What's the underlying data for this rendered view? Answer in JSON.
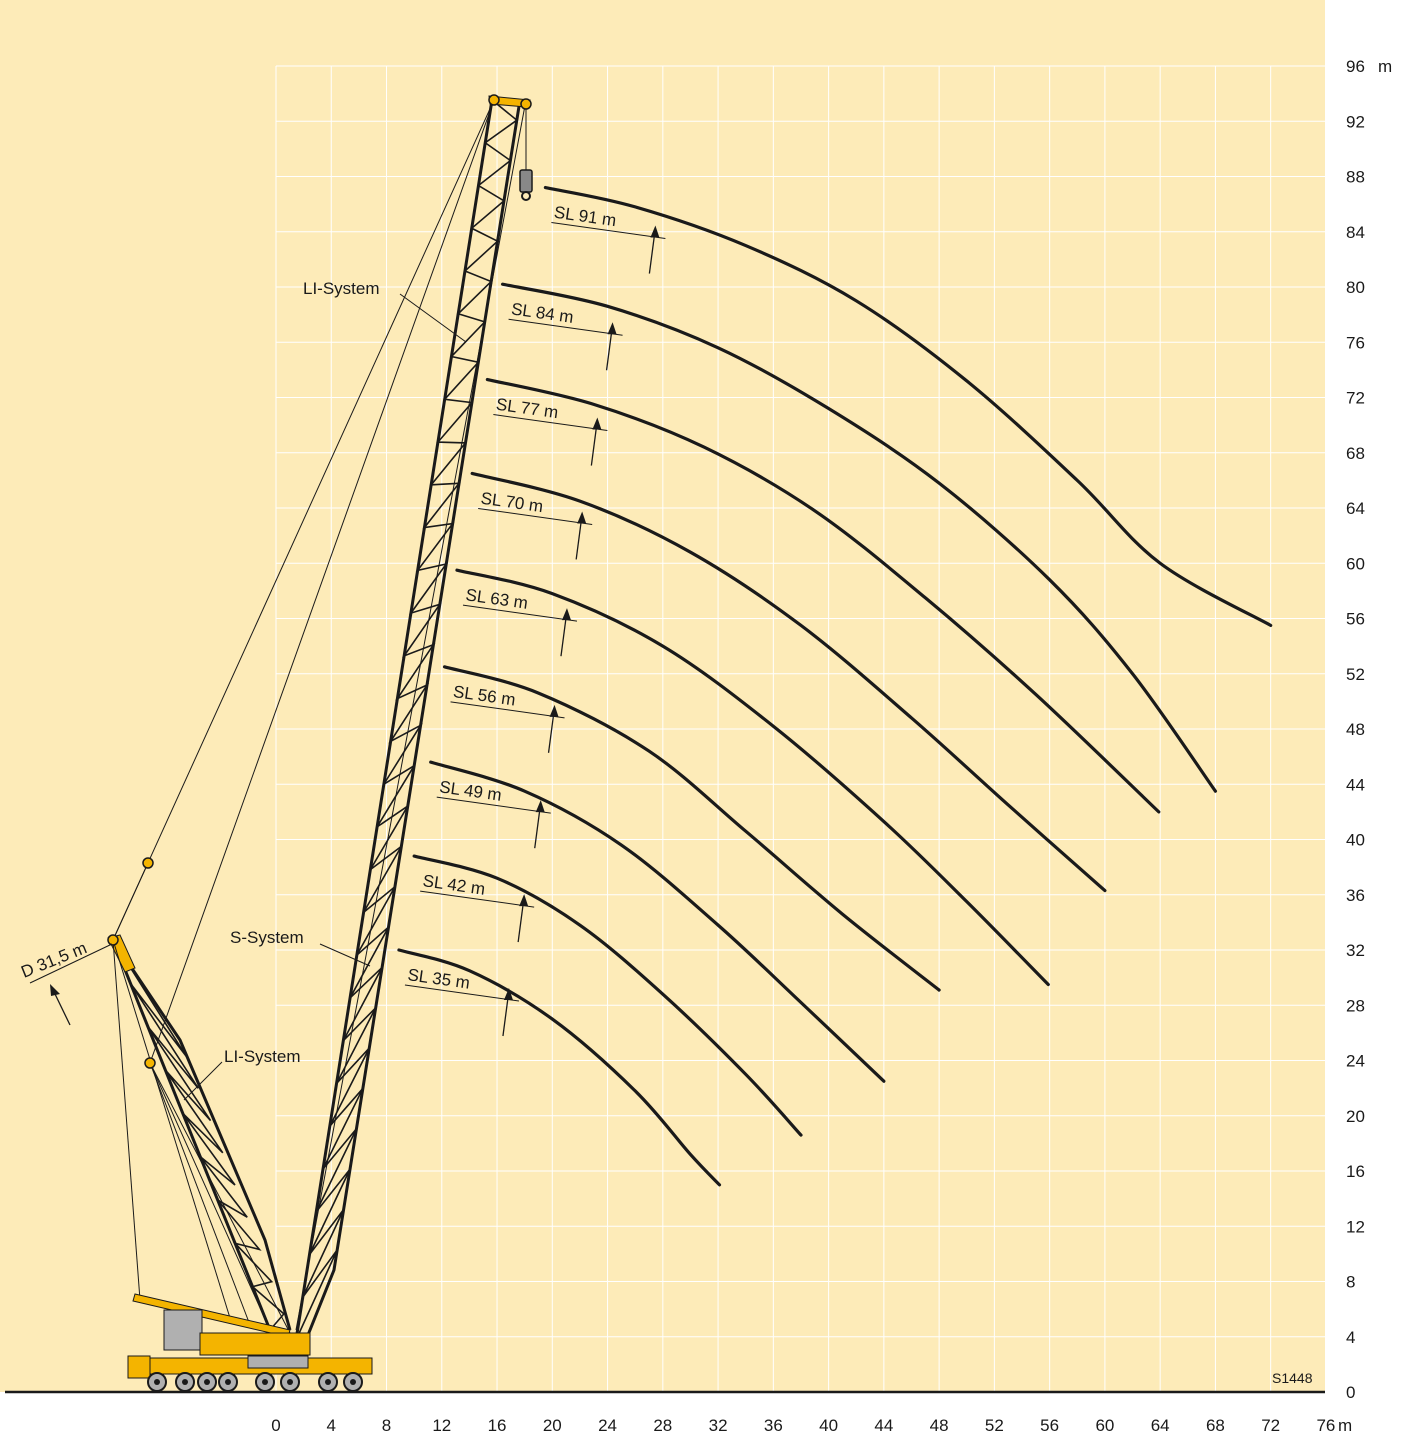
{
  "chart_data": {
    "type": "line",
    "title": "",
    "xlabel": "",
    "ylabel": "",
    "x_unit": "m",
    "y_unit": "m",
    "xlim": [
      0,
      76
    ],
    "ylim": [
      0,
      96
    ],
    "x_ticks": [
      0,
      4,
      8,
      12,
      16,
      20,
      24,
      28,
      32,
      36,
      40,
      44,
      48,
      52,
      56,
      60,
      64,
      68,
      72,
      76
    ],
    "y_ticks": [
      0,
      4,
      8,
      12,
      16,
      20,
      24,
      28,
      32,
      36,
      40,
      44,
      48,
      52,
      56,
      60,
      64,
      68,
      72,
      76,
      80,
      84,
      88,
      92,
      96
    ],
    "grid": true,
    "series": [
      {
        "name": "SL 35 m",
        "x": [
          8.9,
          14,
          20,
          26,
          30,
          32.1
        ],
        "y": [
          32.0,
          30.5,
          27.0,
          21.8,
          17.2,
          15.0
        ]
      },
      {
        "name": "SL 42 m",
        "x": [
          10.0,
          16,
          22,
          28,
          34,
          38.0
        ],
        "y": [
          38.8,
          37.2,
          33.8,
          28.8,
          23.0,
          18.6
        ]
      },
      {
        "name": "SL 49 m",
        "x": [
          11.2,
          18,
          25,
          32,
          38,
          44.0
        ],
        "y": [
          45.6,
          43.5,
          39.6,
          33.8,
          28.2,
          22.5
        ]
      },
      {
        "name": "SL 56 m",
        "x": [
          12.2,
          19,
          27,
          34,
          41,
          48.0
        ],
        "y": [
          52.5,
          50.6,
          46.4,
          40.6,
          34.6,
          29.1
        ]
      },
      {
        "name": "SL 63 m",
        "x": [
          13.1,
          20,
          28,
          36,
          44,
          50,
          55.9
        ],
        "y": [
          59.5,
          57.8,
          54.0,
          48.2,
          41.3,
          35.5,
          29.5
        ]
      },
      {
        "name": "SL 70 m",
        "x": [
          14.2,
          22,
          30,
          38,
          46,
          53,
          60.0
        ],
        "y": [
          66.5,
          64.5,
          60.8,
          55.5,
          48.8,
          42.5,
          36.3
        ]
      },
      {
        "name": "SL 77 m",
        "x": [
          15.3,
          23,
          31,
          39,
          47,
          55,
          63.9
        ],
        "y": [
          73.3,
          71.5,
          68.4,
          63.8,
          57.5,
          50.5,
          42.0
        ]
      },
      {
        "name": "SL 84 m",
        "x": [
          16.4,
          24,
          32,
          40,
          48,
          56,
          62,
          68.0
        ],
        "y": [
          80.2,
          78.6,
          75.6,
          71.2,
          65.8,
          58.8,
          52.0,
          43.5
        ]
      },
      {
        "name": "SL 91 m",
        "x": [
          19.5,
          26,
          34,
          42,
          50,
          58,
          64,
          72.0
        ],
        "y": [
          87.2,
          85.8,
          83.0,
          79.0,
          73.2,
          66.0,
          60.0,
          55.5
        ]
      }
    ],
    "annotations": {
      "sl_labels": [
        "SL 35 m",
        "SL 42 m",
        "SL 49 m",
        "SL 56 m",
        "SL 63 m",
        "SL 70 m",
        "SL 77 m",
        "SL 84 m",
        "SL 91 m"
      ],
      "d_label": "D 31,5 m",
      "li_system_top": "LI-System",
      "li_system_bottom": "LI-System",
      "s_system": "S-System",
      "ref": "S1448"
    },
    "colors": {
      "background": "#fdebb8",
      "grid": "#ffffff",
      "curve": "#1a1a1a",
      "crane": "#f4b400",
      "crane_gray": "#b0b0b0"
    }
  }
}
